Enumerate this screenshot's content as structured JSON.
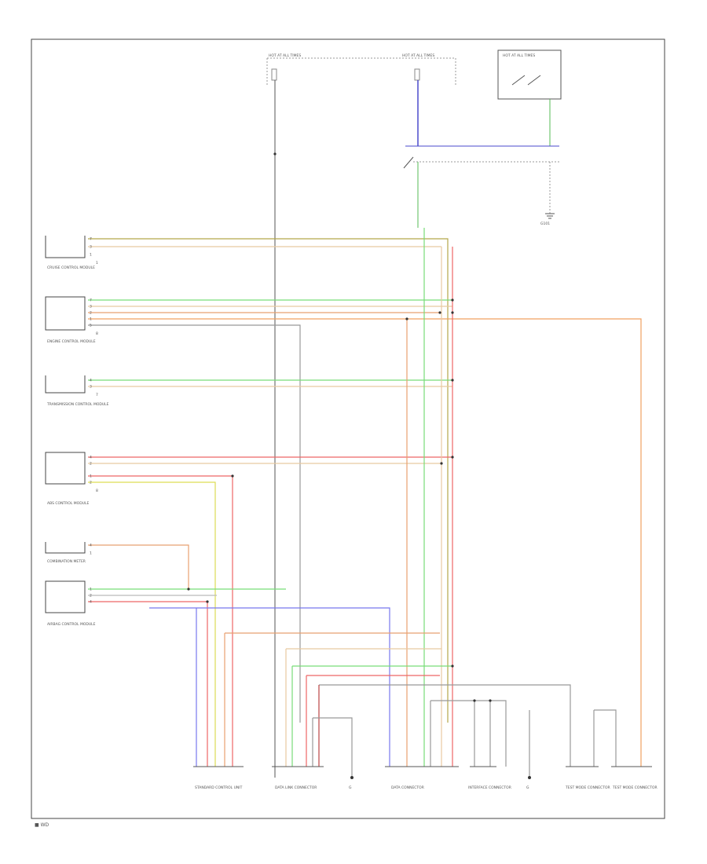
{
  "diagram": {
    "footer_code": "■ WD",
    "modules": [
      {
        "label": "CRUISE CONTROL MODULE",
        "pins": [
          "7",
          "3",
          "1"
        ],
        "pin_ref": "1"
      },
      {
        "label": "ENGINE CONTROL MODULE",
        "pins": [
          "7",
          "3",
          "2",
          "1",
          "5"
        ],
        "pin_ref": "8"
      },
      {
        "label": "TRANSMISSION CONTROL MODULE",
        "pins": [
          "4",
          "3"
        ],
        "pin_ref": "7"
      },
      {
        "label": "ABS CONTROL MODULE",
        "pins": [
          "4",
          "2",
          "1",
          "2"
        ],
        "pin_ref": "8"
      },
      {
        "label": "COMBINATION METER",
        "pins": [
          "4",
          "1"
        ],
        "pin_ref": ""
      },
      {
        "label": "AIRBAG CONTROL MODULE",
        "pins": [
          "1",
          "2",
          "4"
        ],
        "pin_ref": ""
      }
    ],
    "power_labels": [
      "HOT AT ALL TIMES",
      "HOT AT ALL TIMES",
      "HOT AT ALL TIMES"
    ],
    "ground_label": "G101",
    "bottom_labels": [
      "STANDARD CONTROL UNIT",
      "DATA LINK CONNECTOR",
      "G",
      "DATA CONNECTOR",
      "INTERFACE CONNECTOR",
      "G",
      "TEST MODE CONNECTOR",
      "TEST MODE CONNECTOR"
    ]
  }
}
